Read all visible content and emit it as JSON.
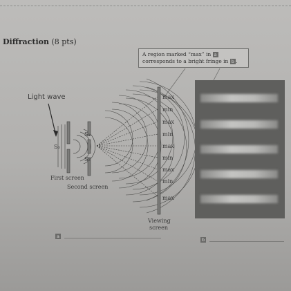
{
  "heading": {
    "title": "Diffraction",
    "points": "(8 pts)"
  },
  "callout": {
    "line1": "A region marked “max” in",
    "tag_a": "a",
    "line2": "corresponds to a bright fringe in",
    "tag_b": "b",
    "end": "."
  },
  "diagram": {
    "light_wave": "Light wave",
    "s0": "S₀",
    "s1": "S₁",
    "s2": "S₂",
    "first_screen": "First screen",
    "second_screen": "Second screen",
    "viewing_screen_1": "Viewing",
    "viewing_screen_2": "screen",
    "screen_labels": [
      "max",
      "min",
      "max",
      "min",
      "max",
      "min",
      "max",
      "min",
      "max"
    ]
  },
  "parts": {
    "a": "a",
    "b": "b"
  }
}
